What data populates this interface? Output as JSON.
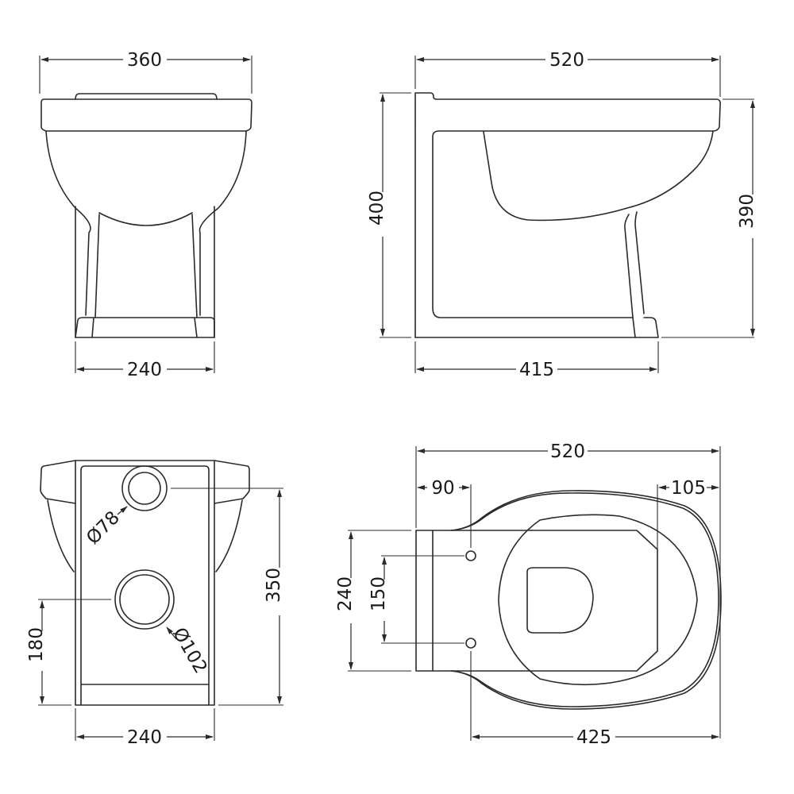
{
  "drawing": {
    "subject": "Back-to-wall toilet pan technical dimensions (mm)",
    "line_color": "#2a2a2a",
    "background": "#ffffff"
  },
  "views": {
    "front": {
      "name": "Front view",
      "dims": {
        "top_width": "360",
        "base_width": "240"
      }
    },
    "side": {
      "name": "Side view",
      "dims": {
        "overall_length": "520",
        "base_length": "415",
        "overall_height": "400",
        "rim_height": "390"
      }
    },
    "rear": {
      "name": "Rear view",
      "dims": {
        "inlet_diameter": "Ø78",
        "outlet_diameter": "Ø102",
        "base_width": "240",
        "outlet_height": "180",
        "inlet_height": "350"
      }
    },
    "plan": {
      "name": "Plan view",
      "dims": {
        "overall_length": "520",
        "fixing_offset": "90",
        "rim_overhang": "105",
        "back_width": "240",
        "fixing_spacing": "150",
        "fixing_to_front": "425"
      }
    }
  }
}
